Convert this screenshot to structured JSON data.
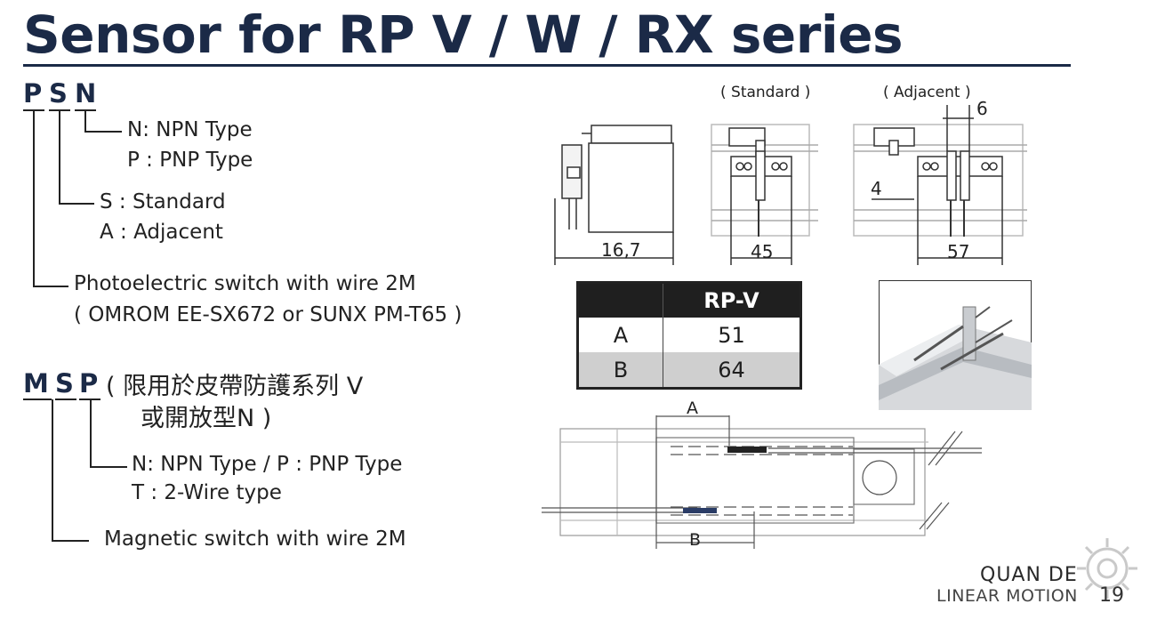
{
  "title": "Sensor for RP V / W / RX series",
  "psn": {
    "code_letters": [
      "P",
      "S",
      "N"
    ],
    "n_line1": "N: NPN Type",
    "n_line2": "P : PNP Type",
    "s_line1": "S : Standard",
    "s_line2": "A : Adjacent",
    "p_line1": "Photoelectric switch with wire 2M",
    "p_line2": "( OMROM EE-SX672 or SUNX PM-T65 )"
  },
  "msp": {
    "code_letters": [
      "M",
      "S",
      "P"
    ],
    "note_line1": "( 限用於皮帶防護系列 V",
    "note_line2": "或開放型N )",
    "p_line1": "N: NPN Type  /  P : PNP Type",
    "p_line2": "T : 2-Wire type",
    "m_line": "Magnetic switch with wire 2M"
  },
  "drawings": {
    "standard_label": "( Standard )",
    "adjacent_label": "( Adjacent )",
    "dim_side": "16,7",
    "dim_standard": "45",
    "dim_adjacent_gap": "6",
    "dim_adjacent_offset": "4",
    "dim_adjacent": "57",
    "label_a": "A",
    "label_b": "B"
  },
  "table": {
    "header_blank": "",
    "header": "RP-V",
    "rows": [
      {
        "label": "A",
        "value": "51"
      },
      {
        "label": "B",
        "value": "64"
      }
    ]
  },
  "logo": {
    "name": "QUAN DE",
    "sub": "LINEAR MOTION",
    "page": "19",
    "gear_icon": "gear-icon"
  }
}
